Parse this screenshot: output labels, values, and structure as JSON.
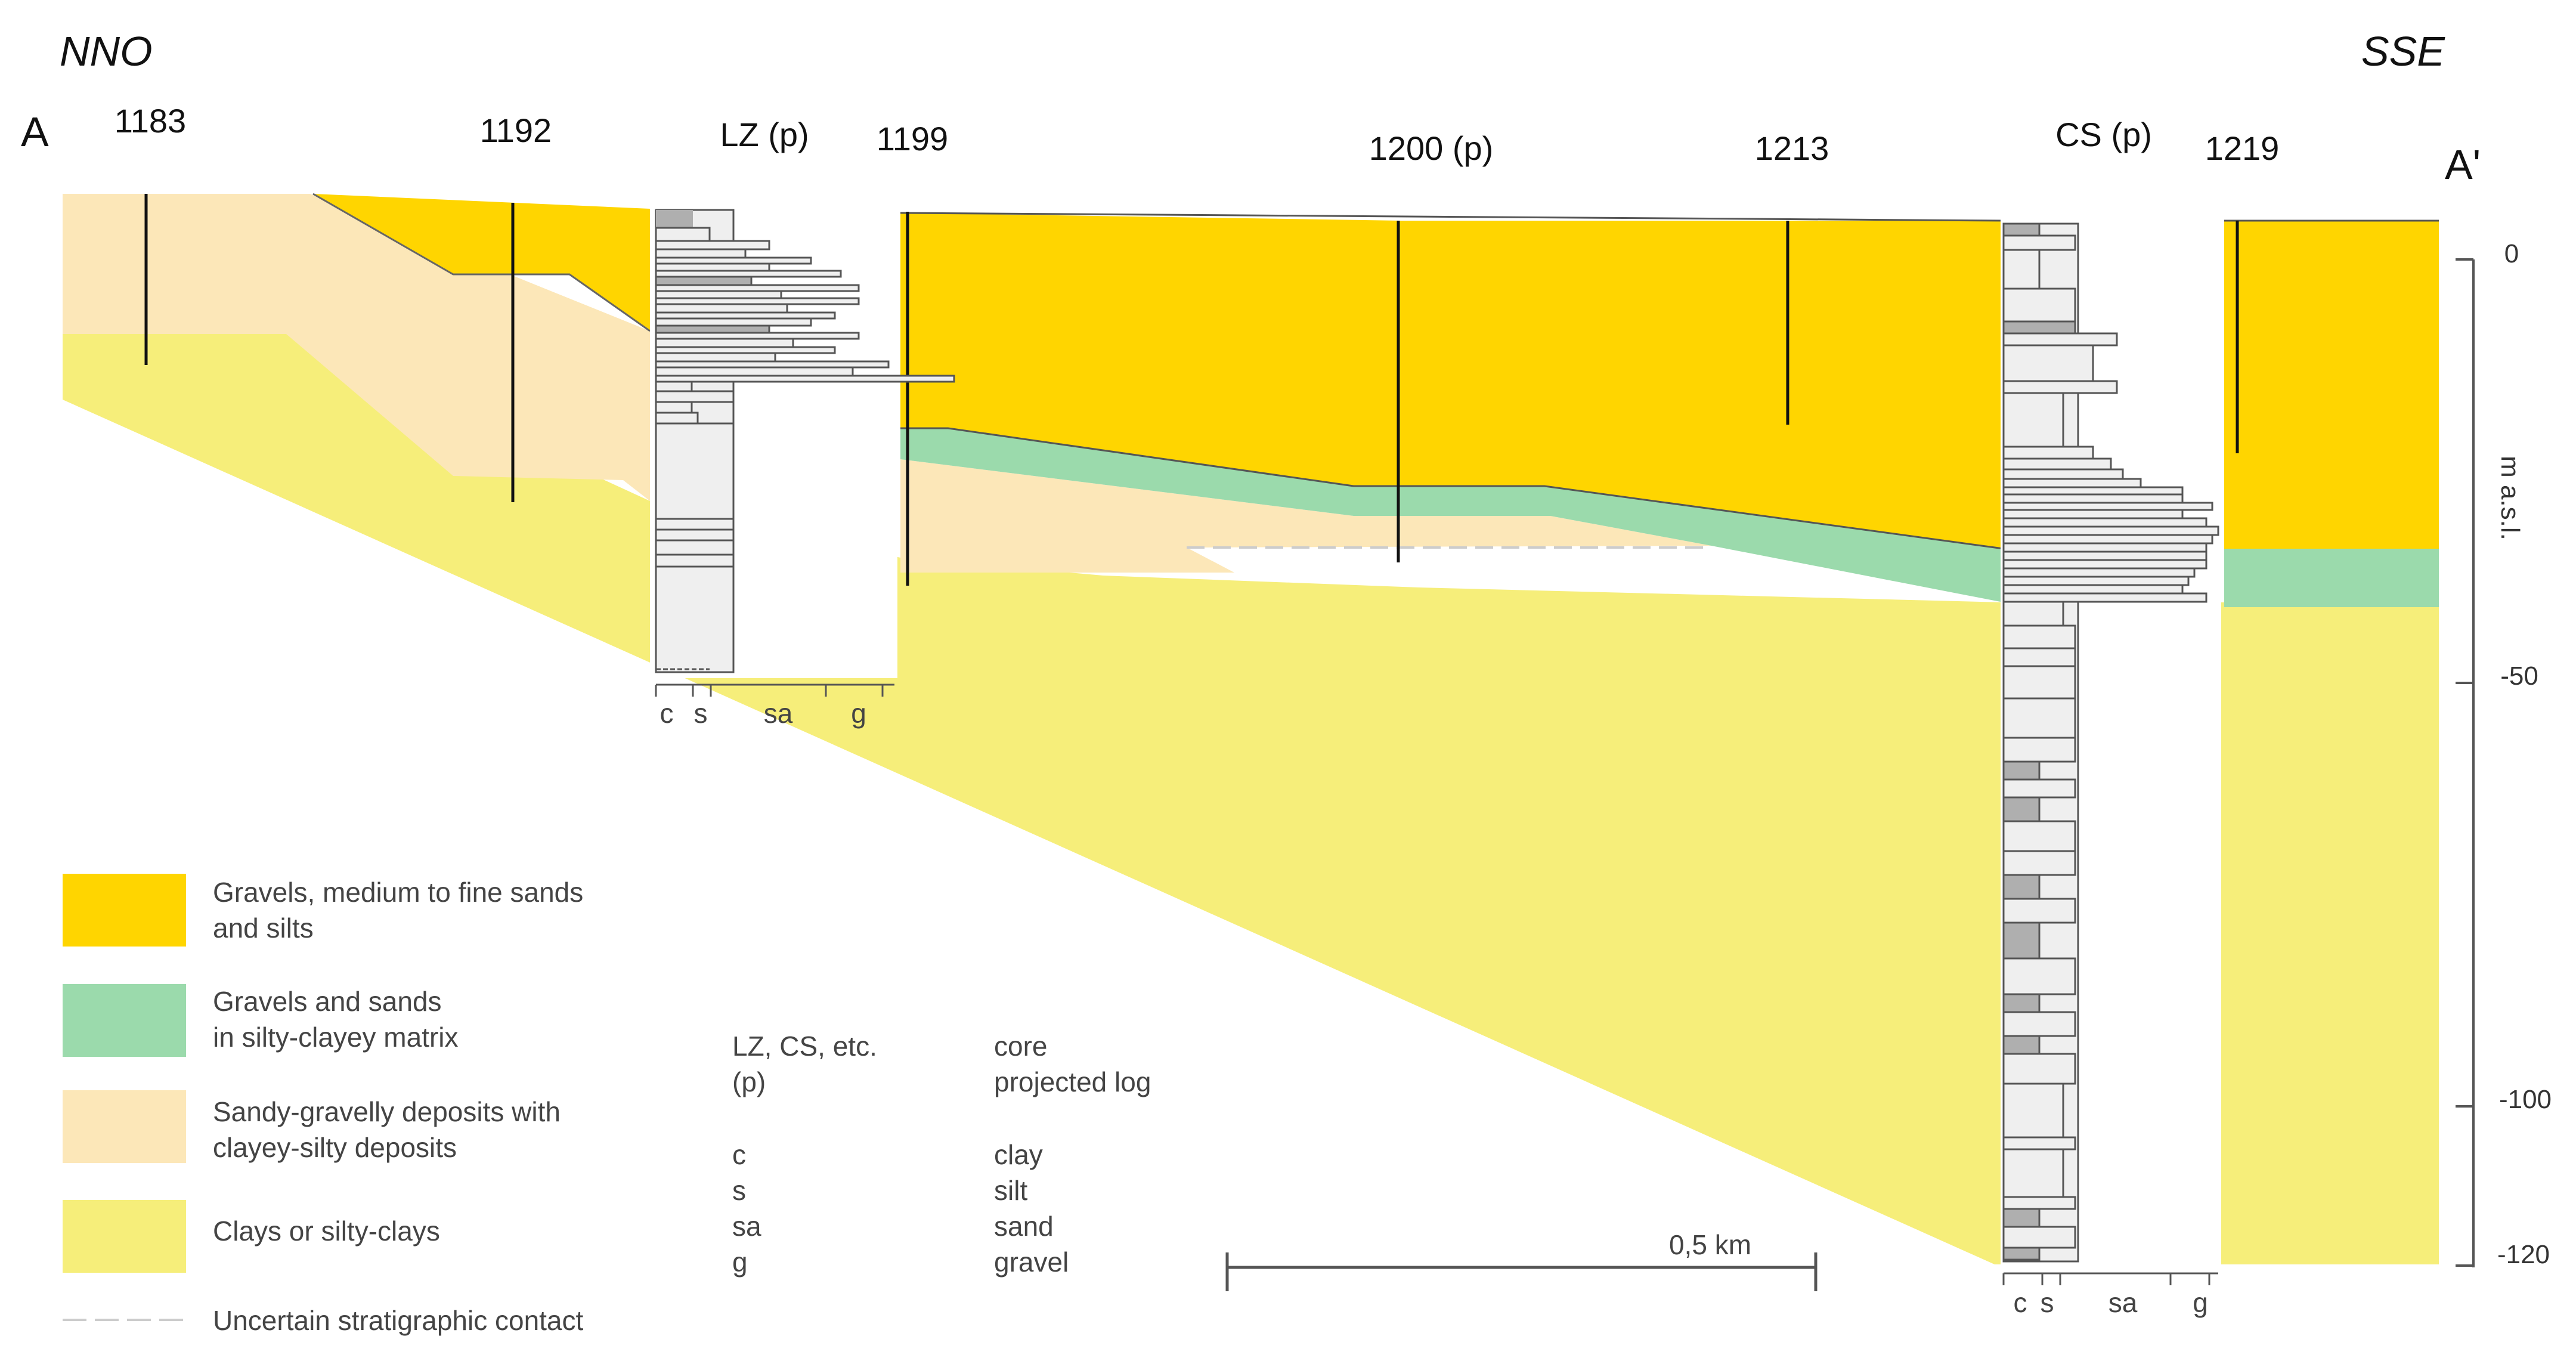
{
  "section": {
    "start_label": "A",
    "end_label": "A'",
    "direction_left": "NNO",
    "direction_right": "SSE"
  },
  "wells": [
    {
      "id": "1183"
    },
    {
      "id": "1192"
    },
    {
      "id": "1199"
    },
    {
      "id": "1200 (p)"
    },
    {
      "id": "1213"
    },
    {
      "id": "1219"
    }
  ],
  "cores": [
    {
      "id": "LZ (p)",
      "grain_size_labels": [
        "c",
        "s",
        "sa",
        "g"
      ]
    },
    {
      "id": "CS (p)",
      "grain_size_labels": [
        "c",
        "s",
        "sa",
        "g"
      ]
    }
  ],
  "elevation_axis": {
    "title": "m a.s.l.",
    "unit": "m a.s.l.",
    "ticks": [
      "0",
      "-50",
      "-100",
      "-120"
    ],
    "range": [
      0,
      -120
    ]
  },
  "legend": [
    {
      "label_line1": "Gravels, medium to fine sands",
      "label_line2": "and silts",
      "color": "#FFD500"
    },
    {
      "label_line1": "Gravels and sands",
      "label_line2": "in silty-clayey matrix",
      "color": "#9BDAAC"
    },
    {
      "label_line1": "Sandy-gravelly deposits with",
      "label_line2": "clayey-silty deposits",
      "color": "#FCE7B8"
    },
    {
      "label_line1": "Clays or silty-clays",
      "label_line2": "",
      "color": "#F6EE7A"
    }
  ],
  "legend_line": {
    "label": "Uncertain stratigraphic contact"
  },
  "abbreviations": [
    {
      "key": "LZ, CS, etc.",
      "value": "core"
    },
    {
      "key": "(p)",
      "value": "projected log"
    },
    {
      "key": "c",
      "value": "clay"
    },
    {
      "key": "s",
      "value": "silt"
    },
    {
      "key": "sa",
      "value": "sand"
    },
    {
      "key": "g",
      "value": "gravel"
    }
  ],
  "scale_bar": {
    "label": "0,5 km"
  },
  "colors": {
    "gravels_sands_silts": "#FFD500",
    "gravels_sands_matrix": "#9BDAAC",
    "sandy_gravelly": "#FCE7B8",
    "clays": "#F6EE7A",
    "core_fill": "#EFEFEF",
    "core_clay": "#AFAFAF"
  }
}
